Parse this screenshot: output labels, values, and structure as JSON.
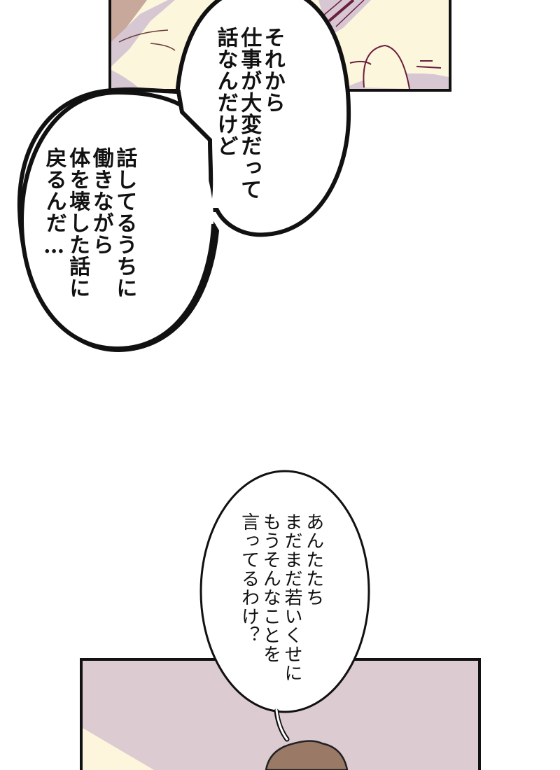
{
  "page": {
    "type": "manga-webtoon-page",
    "background": "#ffffff"
  },
  "panels": [
    {
      "name": "top-panel",
      "colors": {
        "base": "#fcf6dc",
        "shadow": "#d7c7d3",
        "line": "#6a1f3c",
        "frame": "#111111"
      }
    },
    {
      "name": "bottom-panel",
      "colors": {
        "wall": "#dccbd0",
        "light": "#fdf6dc",
        "hair": "#9a7a66",
        "frame": "#111111"
      }
    }
  ],
  "bubbles": [
    {
      "name": "speech-bubble-1",
      "lines": [
        "それから",
        "仕事が大変だって",
        "話なんだけど"
      ]
    },
    {
      "name": "speech-bubble-2",
      "lines": [
        "話してるうちに",
        "働きながら",
        "体を壊した話に",
        "戻るんだ…"
      ]
    },
    {
      "name": "speech-bubble-3",
      "lines": [
        "あんたたち",
        "まだまだ若いくせに",
        "もうそんなことを",
        "言ってるわけ？"
      ]
    }
  ],
  "text": {
    "bubble1": "それから\n仕事が大変だって\n話なんだけど",
    "bubble2": "話してるうちに\n働きながら\n体を壊した話に\n戻るんだ…",
    "bubble3": "あんたたち\nまだまだ若いくせに\nもうそんなことを\n言ってるわけ？"
  }
}
